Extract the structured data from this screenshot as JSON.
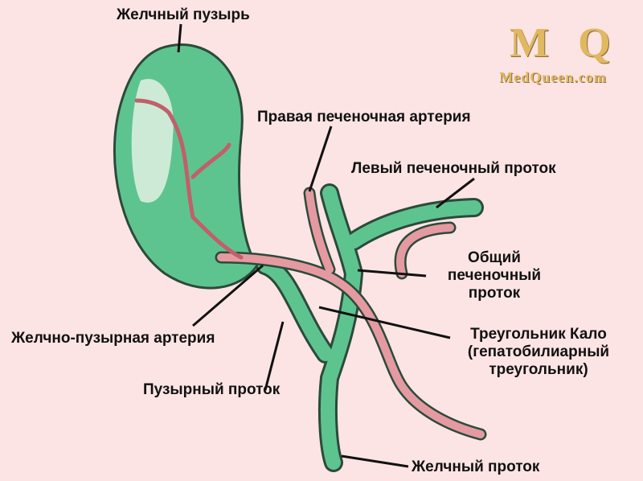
{
  "labels": {
    "gallbladder": "Желчный пузырь",
    "right_hepatic_artery": "Правая печеночная артерия",
    "left_hepatic_duct": "Левый печеночный проток",
    "common_hepatic_duct_1": "Общий",
    "common_hepatic_duct_2": "печеночный",
    "common_hepatic_duct_3": "проток",
    "cystic_artery": "Желчно-пузырная артерия",
    "calot_1": "Треугольник Кало",
    "calot_2": "(гепатобилиарный",
    "calot_3": "треугольник)",
    "cystic_duct": "Пузырный проток",
    "bile_duct": "Желчный проток"
  },
  "logo": {
    "letters": "MQ",
    "site": "MedQueen.com"
  },
  "colors": {
    "background": "#fce4e4",
    "duct": "#5ec48f",
    "artery": "#e49aa0",
    "outline": "#2c4a3a"
  }
}
